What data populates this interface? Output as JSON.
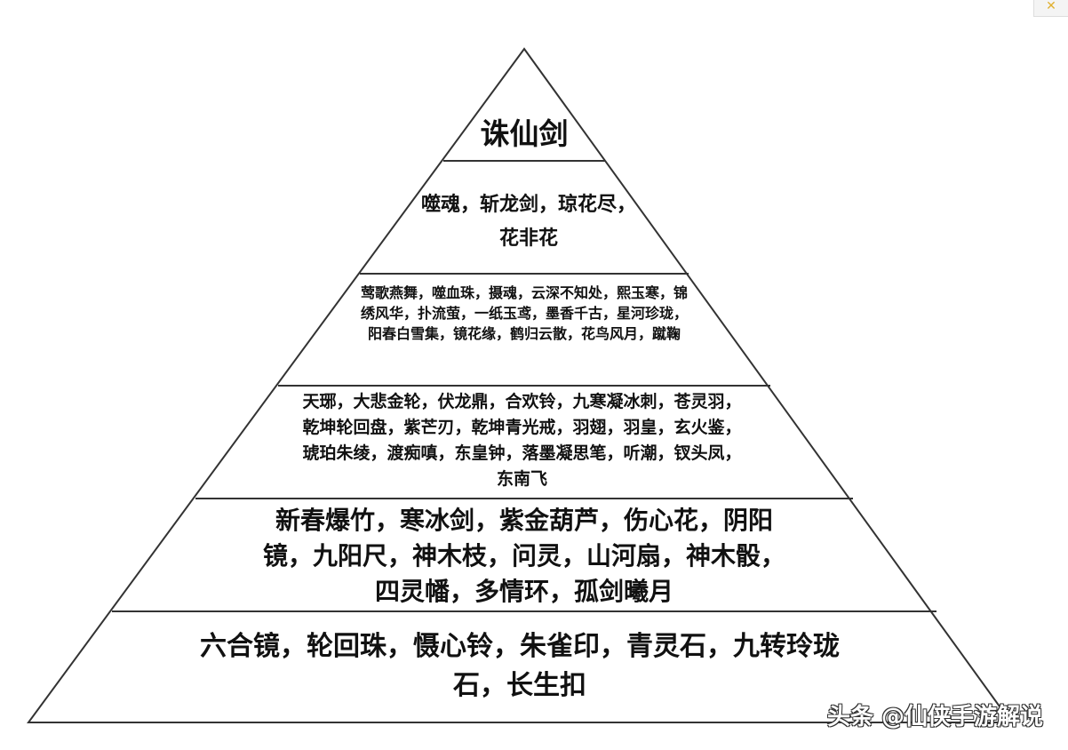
{
  "tiers": [
    {
      "text": "诛仙剑"
    },
    {
      "text": "噬魂，斩龙剑，琼花尽，花非花"
    },
    {
      "text": "莺歌燕舞，噬血珠，摄魂，云深不知处，熙玉寒，锦绣风华，扑流萤，一纸玉鸢，墨香千古，星河珍珑，阳春白雪集，镜花缘，鹤归云散，花鸟风月，蹴鞠"
    },
    {
      "text": "天琊，大悲金轮，伏龙鼎，合欢铃，九寒凝冰刺，苍灵羽，乾坤轮回盘，紫芒刃，乾坤青光戒，羽翅，羽皇，玄火鉴，琥珀朱绫，渡痴嗔，东皇钟，落墨凝思笔，听潮，钗头凤，东南飞"
    },
    {
      "text": "新春爆竹，寒冰剑，紫金葫芦，伤心花，阴阳镜，九阳尺，神木枝，问灵，山河扇，神木骰，四灵幡，多情环，孤剑曦月"
    },
    {
      "text": "六合镜，轮回珠，慑心铃，朱雀印，青灵石，九转玲珑石，长生扣"
    }
  ],
  "watermark": "头条 @仙侠手游解说",
  "corner_icon": "star-icon",
  "colors": {
    "line": "#333333",
    "text": "#111111"
  }
}
